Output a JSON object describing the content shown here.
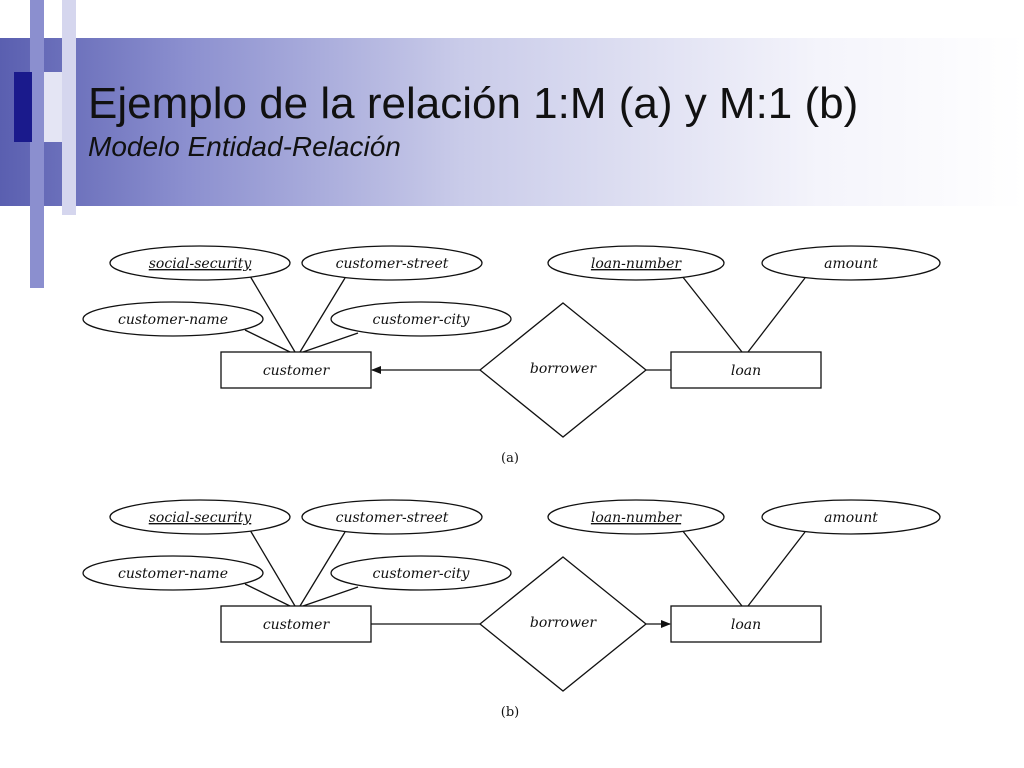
{
  "slide": {
    "title": "Ejemplo de la relación 1:M (a) y M:1 (b)",
    "subtitle": "Modelo Entidad-Relación"
  },
  "diagram_a": {
    "caption": "(a)",
    "entities": {
      "customer": "customer",
      "loan": "loan"
    },
    "relationship": "borrower",
    "attributes": {
      "social_security": "social-security",
      "customer_street": "customer-street",
      "customer_name": "customer-name",
      "customer_city": "customer-city",
      "loan_number": "loan-number",
      "amount": "amount"
    },
    "arrow_toward": "customer"
  },
  "diagram_b": {
    "caption": "(b)",
    "entities": {
      "customer": "customer",
      "loan": "loan"
    },
    "relationship": "borrower",
    "attributes": {
      "social_security": "social-security",
      "customer_street": "customer-street",
      "customer_name": "customer-name",
      "customer_city": "customer-city",
      "loan_number": "loan-number",
      "amount": "amount"
    },
    "arrow_toward": "loan"
  },
  "colors": {
    "accent_dark": "#1a1a8c",
    "accent_mid": "#5a5fb0",
    "accent_light": "#b9bbe3"
  }
}
